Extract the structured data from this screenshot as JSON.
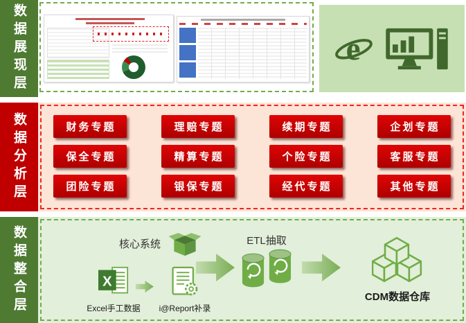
{
  "layers": {
    "presentation": {
      "label": "数据展现层"
    },
    "analysis": {
      "label": "数据分析层",
      "topics": [
        "财务专题",
        "理赔专题",
        "续期专题",
        "企划专题",
        "保全专题",
        "精算专题",
        "个险专题",
        "客服专题",
        "团险专题",
        "银保专题",
        "经代专题",
        "其他专题"
      ]
    },
    "integration": {
      "label": "数据整合层",
      "core_system": "核心系统",
      "etl": "ETL抽取",
      "warehouse": "CDM数据仓库",
      "excel_manual": "Excel手工数据",
      "ireport": "i@Report补录"
    }
  },
  "icons": {
    "browser": "ie-browser-icon",
    "monitor": "desktop-monitor-icon",
    "core_box": "open-box-icon",
    "excel": "excel-icon",
    "ireport_doc": "report-form-gear-icon",
    "etl_db": "database-cylinders-icon",
    "warehouse": "cubes-icon",
    "arrow": "right-arrow-icon"
  },
  "colors": {
    "strip_green": "#4f7a32",
    "icon_green": "#70ad47",
    "light_green_panel": "#c6e0b4",
    "pale_green_bg": "#e2efda",
    "red": "#c00000",
    "peach_bg": "#fce4d6",
    "blue_table": "#4472c4"
  }
}
